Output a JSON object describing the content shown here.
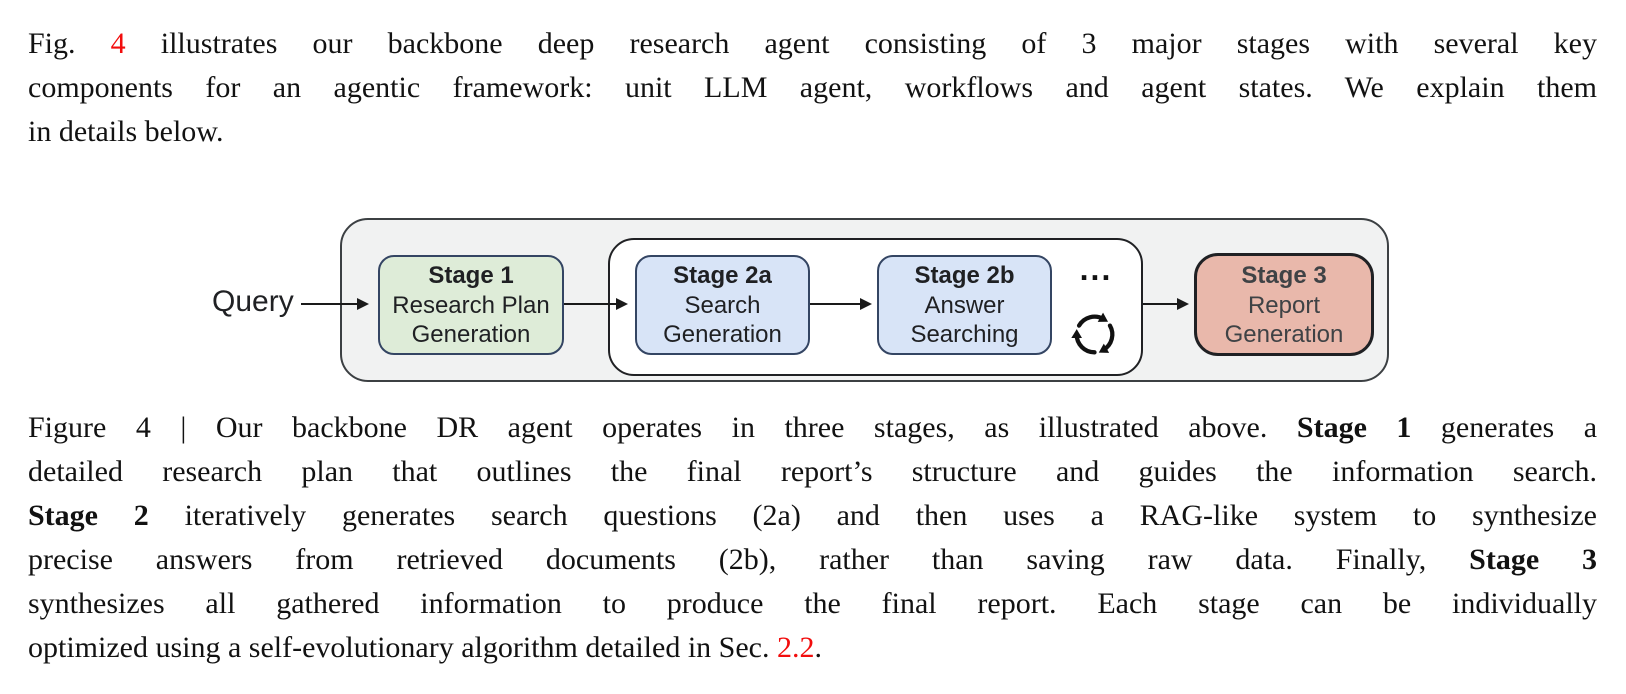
{
  "page": {
    "colors": {
      "ref_red": "#f20d0d",
      "ink": "#121212",
      "arrow": "#1a1a1a"
    }
  },
  "intro": {
    "lines": [
      [
        {
          "text": "Fig. ",
          "style": "normal"
        },
        {
          "text": "4",
          "style": "ref",
          "name": "figure-ref-link",
          "interactable": true
        },
        {
          "text": " illustrates our backbone deep research agent consisting of 3 major stages with several key",
          "style": "normal"
        }
      ],
      [
        {
          "text": "components for an agentic framework: unit LLM agent, workflows and agent states. We explain them",
          "style": "normal"
        }
      ],
      [
        {
          "text": "in details below.",
          "style": "normal"
        }
      ]
    ]
  },
  "diagram": {
    "query_label": "Query",
    "ellipsis": "...",
    "outer_fill": "#f1f2f2",
    "outer_border": "#3c4043",
    "inner_fill": "#ffffff",
    "inner_border": "#202124",
    "arrow_color": "#1a1a1a",
    "loop_icon_color": "#111111",
    "stages": [
      {
        "title": "Stage 1",
        "lines": [
          "Research Plan",
          "Generation"
        ],
        "fill": "#deecd8",
        "border": "#344563",
        "text": "#1f2023"
      },
      {
        "title": "Stage 2a",
        "lines": [
          "Search",
          "Generation"
        ],
        "fill": "#d8e4f7",
        "border": "#344563",
        "text": "#1f2023"
      },
      {
        "title": "Stage 2b",
        "lines": [
          "Answer",
          "Searching"
        ],
        "fill": "#d8e4f7",
        "border": "#344563",
        "text": "#1f2023"
      },
      {
        "title": "Stage 3",
        "lines": [
          "Report",
          "Generation"
        ],
        "fill": "#e9b8ab",
        "border": "#202124",
        "text": "#3f4245"
      }
    ]
  },
  "caption": {
    "lines": [
      [
        {
          "text": "Figure 4 | Our backbone DR agent operates in three stages, as illustrated above. ",
          "style": "normal"
        },
        {
          "text": "Stage 1",
          "style": "bold"
        },
        {
          "text": " generates a",
          "style": "normal"
        }
      ],
      [
        {
          "text": "detailed research plan that outlines the final report’s structure and guides the information search.",
          "style": "normal"
        }
      ],
      [
        {
          "text": "Stage 2",
          "style": "bold"
        },
        {
          "text": " iteratively generates search questions (2a) and then uses a RAG-like system to synthesize",
          "style": "normal"
        }
      ],
      [
        {
          "text": "precise answers from retrieved documents (2b), rather than saving raw data. Finally, ",
          "style": "normal"
        },
        {
          "text": "Stage 3",
          "style": "bold"
        }
      ],
      [
        {
          "text": "synthesizes all gathered information to produce the final report. Each stage can be individually",
          "style": "normal"
        }
      ],
      [
        {
          "text": "optimized using a self-evolutionary algorithm detailed in Sec. ",
          "style": "normal"
        },
        {
          "text": "2.2",
          "style": "ref",
          "name": "section-ref-link",
          "interactable": true
        },
        {
          "text": ".",
          "style": "normal"
        }
      ]
    ]
  }
}
